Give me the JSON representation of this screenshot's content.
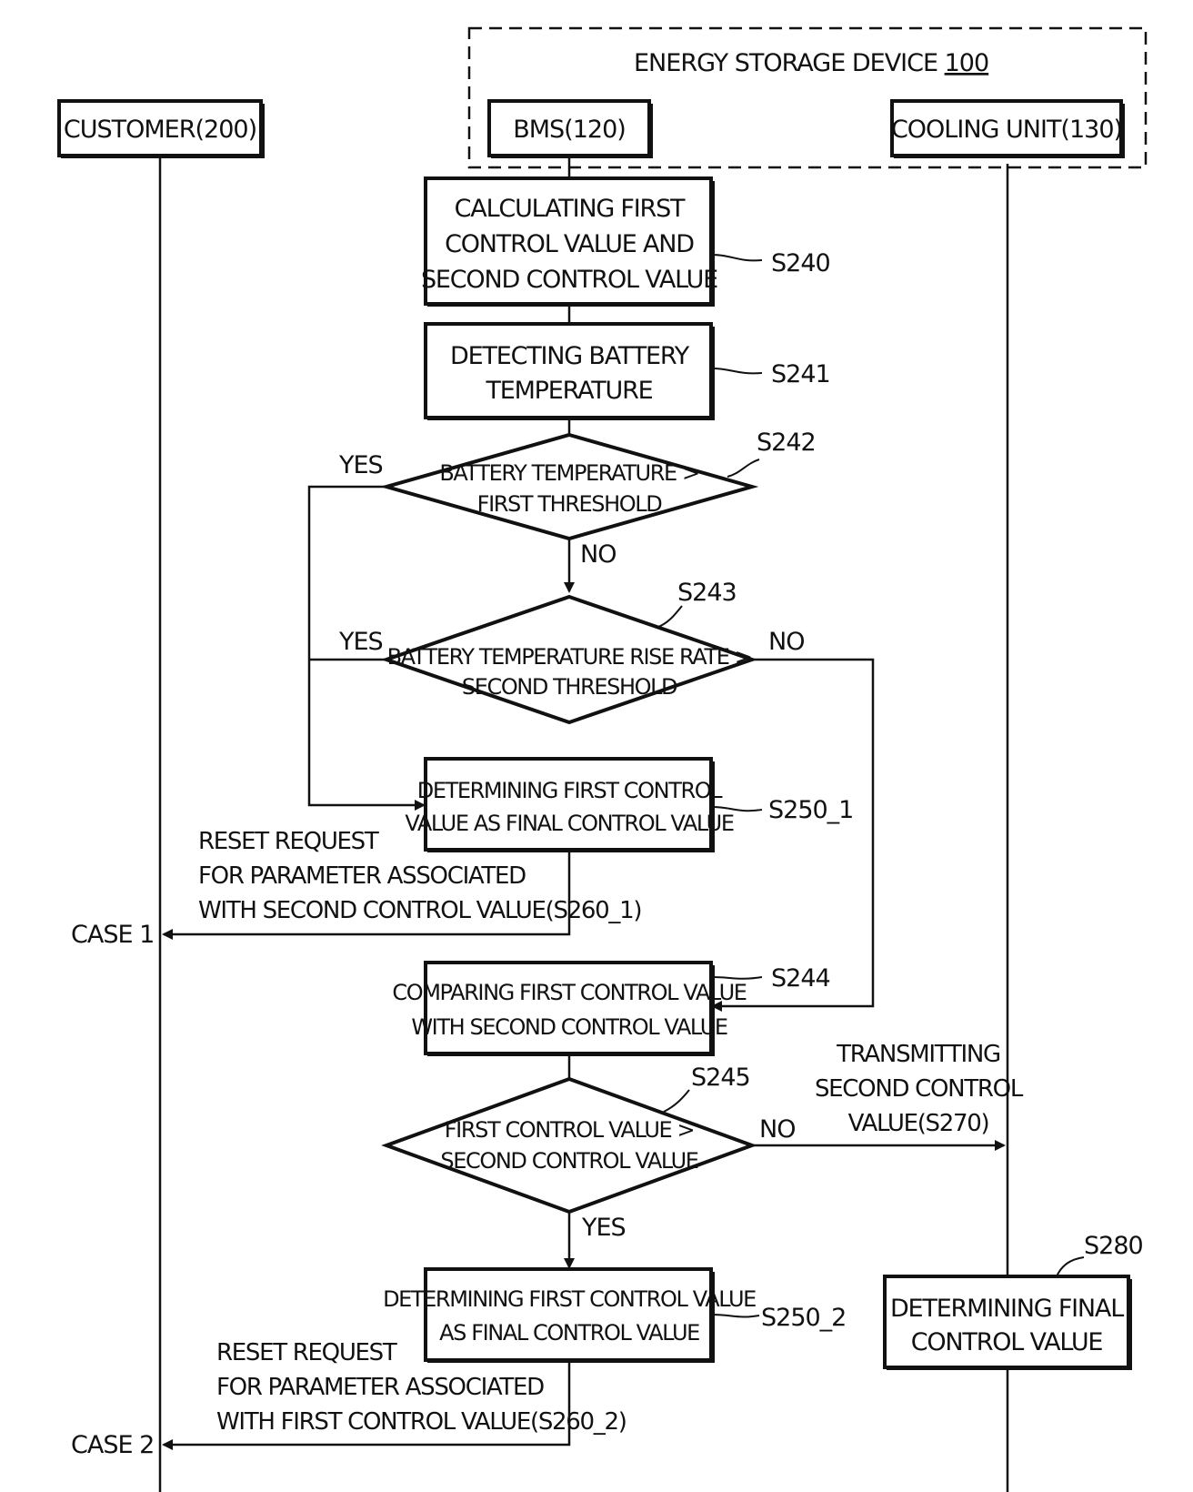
{
  "device_group": {
    "title": "ENERGY STORAGE DEVICE ",
    "ref": "100"
  },
  "participants": {
    "customer": "CUSTOMER(200)",
    "bms": "BMS(120)",
    "cooling": "COOLING UNIT(130)"
  },
  "steps": {
    "s240": {
      "lines": [
        "CALCULATING FIRST",
        "CONTROL VALUE AND",
        "SECOND CONTROL VALUE"
      ],
      "tag": "S240"
    },
    "s241": {
      "lines": [
        "DETECTING BATTERY",
        "TEMPERATURE"
      ],
      "tag": "S241"
    },
    "s242": {
      "lines": [
        "BATTERY TEMPERATURE >",
        "FIRST THRESHOLD"
      ],
      "tag": "S242"
    },
    "s243": {
      "lines": [
        "BATTERY TEMPERATURE RISE RATE >",
        "SECOND THRESHOLD"
      ],
      "tag": "S243"
    },
    "s250_1": {
      "lines": [
        "DETERMINING FIRST CONTROL",
        "VALUE AS FINAL CONTROL VALUE"
      ],
      "tag": "S250_1"
    },
    "s244": {
      "lines": [
        "COMPARING FIRST CONTROL VALUE",
        "WITH SECOND CONTROL VALUE"
      ],
      "tag": "S244"
    },
    "s245": {
      "lines": [
        "FIRST CONTROL VALUE >",
        "SECOND CONTROL VALUE"
      ],
      "tag": "S245"
    },
    "s250_2": {
      "lines": [
        "DETERMINING FIRST CONTROL VALUE",
        "AS FINAL CONTROL VALUE"
      ],
      "tag": "S250_2"
    },
    "s280": {
      "lines": [
        "DETERMINING FINAL",
        "CONTROL VALUE"
      ],
      "tag": "S280"
    }
  },
  "branch_labels": {
    "s242_yes": "YES",
    "s242_no": "NO",
    "s243_yes": "YES",
    "s243_no": "NO",
    "s245_no": "NO",
    "s245_yes": "YES"
  },
  "messages": {
    "s260_1": [
      "RESET REQUEST",
      "FOR PARAMETER ASSOCIATED",
      "WITH SECOND CONTROL VALUE(S260_1)"
    ],
    "s270": [
      "TRANSMITTING",
      "SECOND CONTROL",
      "VALUE(S270)"
    ],
    "s260_2": [
      "RESET REQUEST",
      "FOR PARAMETER ASSOCIATED",
      "WITH FIRST CONTROL VALUE(S260_2)"
    ]
  },
  "cases": {
    "case1": "CASE 1",
    "case2": "CASE 2"
  }
}
